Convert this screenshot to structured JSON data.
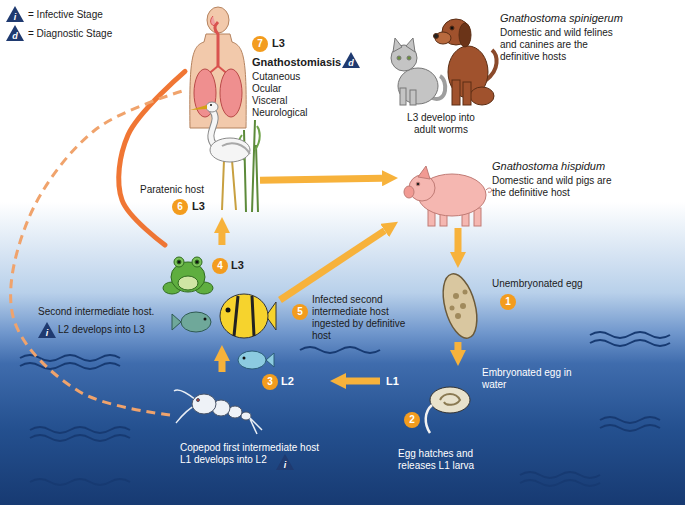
{
  "diagram": {
    "nodes": [
      {
        "text": [
          "7",
          "L3",
          "Gnathostomiasis",
          "d",
          "Cutaneous Ocular Visceral Neurological"
        ]
      },
      {
        "text": [
          "Gnathostoma spinigerum",
          "Domestic and wild felines and canines are the definitive hosts"
        ]
      },
      {
        "text": [
          "Gnathostoma hispidum",
          "Domestic and wild pigs are the definitive host"
        ]
      },
      {
        "text": [
          "Paratenic host",
          "6",
          "L3"
        ]
      },
      {
        "text": [
          "4",
          "L3",
          "Second intermediate host.",
          "i",
          "L2 develops into L3"
        ]
      },
      {
        "text": [
          "Unembryonated egg",
          "1"
        ]
      },
      {
        "text": [
          "Embryonated egg in water",
          "L1",
          "2",
          "Egg hatches and releases L1 larva"
        ]
      },
      {
        "text": [
          "3",
          "L2",
          "Copepod first intermediate host L1 develops into L2",
          "i"
        ]
      }
    ],
    "edges": [
      {
        "from": 7,
        "to": 4,
        "arrow": "to"
      },
      {
        "from": 4,
        "to": 3,
        "arrow": "to"
      },
      {
        "from": 3,
        "to": 2,
        "arrow": "to"
      },
      {
        "from": 4,
        "to": 2,
        "label": "Infected second intermediate host ingested by definitive host",
        "arrow": "to"
      },
      {
        "from": 2,
        "to": 5,
        "arrow": "to"
      },
      {
        "from": 5,
        "to": 6,
        "arrow": "to"
      },
      {
        "from": 6,
        "to": 7,
        "arrow": "to"
      },
      {
        "from": 4,
        "to": 0,
        "arrow": "none"
      },
      {
        "from": 7,
        "to": 0,
        "arrow": "none"
      }
    ],
    "labels": [
      "i",
      "d",
      "L3 develop into adult worms",
      "5"
    ],
    "legend": [
      {
        "text": "= Infective Stage"
      },
      {
        "text": "= Diagnostic Stage"
      }
    ]
  }
}
